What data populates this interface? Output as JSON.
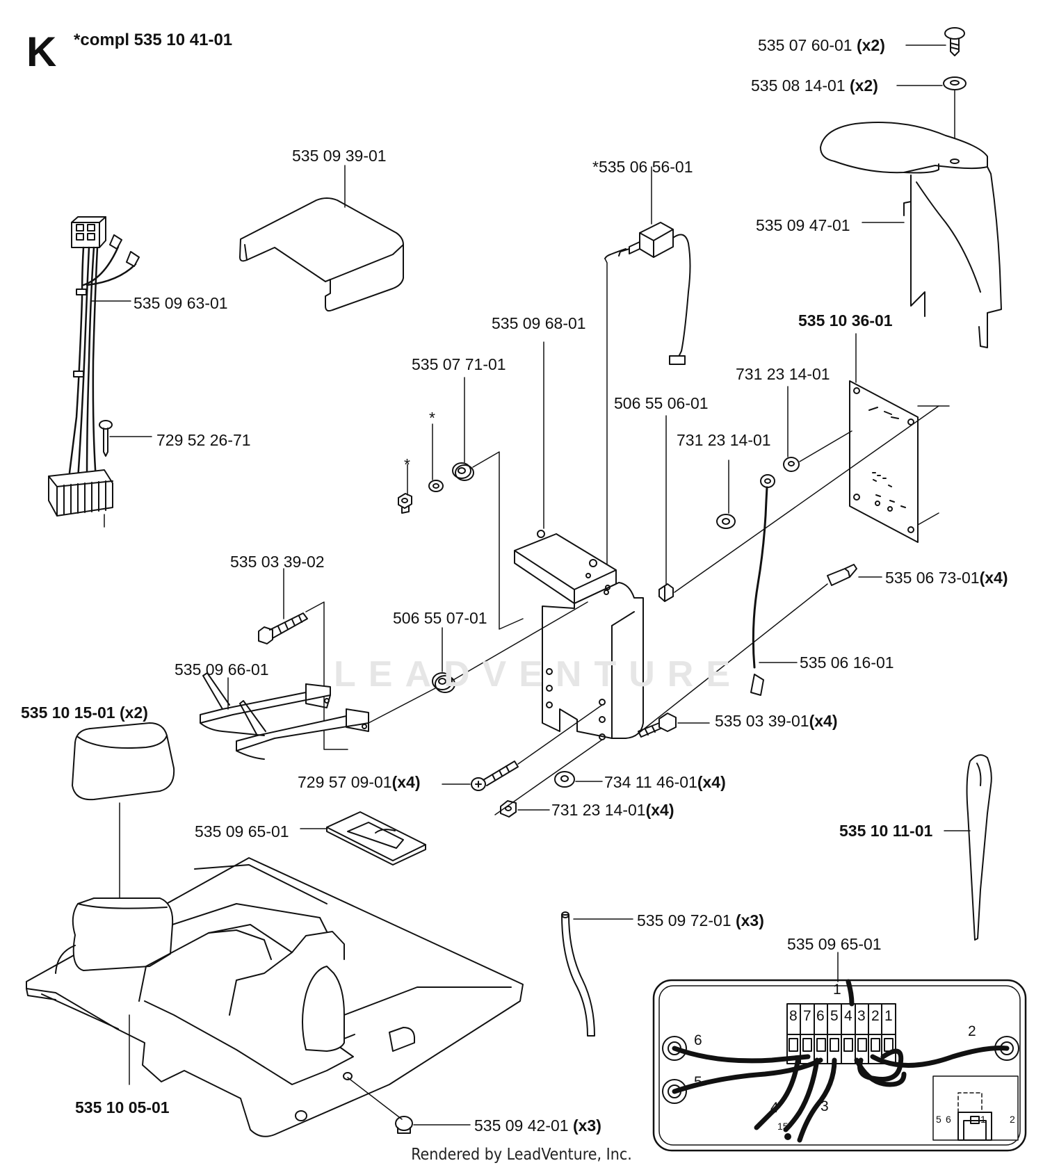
{
  "section": {
    "letter": "K",
    "compl": "*compl 535 10 41-01"
  },
  "watermark": "LEADVENTURE",
  "footer": "Rendered by LeadVenture, Inc.",
  "labels": {
    "p_535_07_60": {
      "code": "535 07 60-01",
      "qty": "(x2)"
    },
    "p_535_08_14": {
      "code": "535 08 14-01",
      "qty": "(x2)"
    },
    "p_535_09_47": {
      "code": "535 09 47-01"
    },
    "p_535_09_39": {
      "code": "535 09 39-01"
    },
    "p_535_06_56": {
      "code": "*535 06 56-01"
    },
    "p_535_09_63": {
      "code": "535 09 63-01"
    },
    "p_535_10_36": {
      "code": "535 10 36-01"
    },
    "p_535_09_68": {
      "code": "535 09 68-01"
    },
    "p_535_07_71": {
      "code": "535 07 71-01"
    },
    "p_731_23_14_a": {
      "code": "731 23 14-01"
    },
    "p_506_55_06": {
      "code": "506 55 06-01"
    },
    "p_731_23_14_b": {
      "code": "731 23 14-01"
    },
    "p_729_52_26": {
      "code": "729 52 26-71"
    },
    "p_535_06_73": {
      "code": "535 06 73-01",
      "qty": "(x4)"
    },
    "p_535_03_39_02": {
      "code": "535 03 39-02"
    },
    "p_506_55_07": {
      "code": "506 55 07-01"
    },
    "p_535_06_16": {
      "code": "535 06 16-01"
    },
    "p_535_09_66": {
      "code": "535 09 66-01"
    },
    "p_535_10_15": {
      "code": "535 10 15-01 (x2)"
    },
    "p_535_03_39_01": {
      "code": "535 03 39-01",
      "qty": "(x4)"
    },
    "p_729_57_09": {
      "code": "729 57 09-01",
      "qty": "(x4)"
    },
    "p_734_11_46": {
      "code": "734 11 46-01",
      "qty": "(x4)"
    },
    "p_731_23_14_c": {
      "code": "731 23 14-01",
      "qty": "(x4)"
    },
    "p_535_09_65_a": {
      "code": "535 09 65-01"
    },
    "p_535_10_11": {
      "code": "535 10 11-01"
    },
    "p_535_09_72": {
      "code": "535 09 72-01",
      "qty": "(x3)"
    },
    "p_535_09_65_b": {
      "code": "535 09 65-01"
    },
    "p_535_10_05": {
      "code": "535 10 05-01"
    },
    "p_535_09_42": {
      "code": "535 09 42-01",
      "qty": "(x3)"
    }
  },
  "asterisk": "*",
  "terminal_numbers": [
    "8",
    "7",
    "6",
    "5",
    "4",
    "3",
    "2",
    "1"
  ],
  "wire_numbers": {
    "w1": "1",
    "w2": "2",
    "w3": "3",
    "w4": "4",
    "w5": "5",
    "w6": "6",
    "w15": "15"
  },
  "inset_small": {
    "a": "5",
    "b": "6",
    "c": "1",
    "d": "2"
  }
}
